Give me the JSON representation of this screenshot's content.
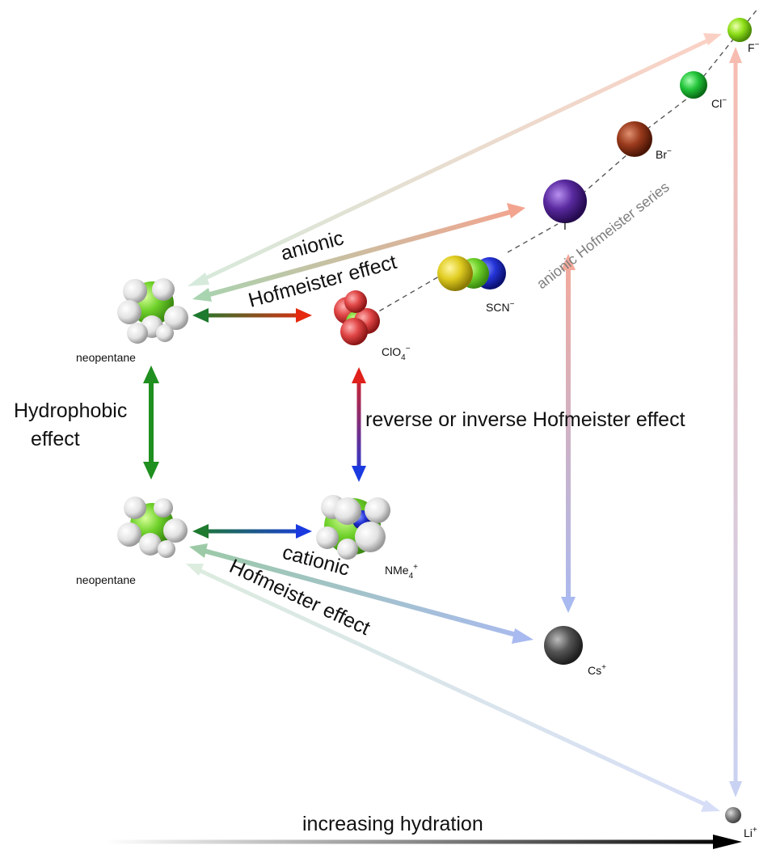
{
  "labels": {
    "neopentane_top": "neopentane",
    "neopentane_bottom": "neopentane",
    "clo4": "ClO",
    "clo4_sub": "4",
    "clo4_sup": "−",
    "scn": "SCN",
    "scn_sup": "−",
    "nme4": "NMe",
    "nme4_sub": "4",
    "nme4_sup": "+",
    "iodide": "I",
    "iodide_sup": "−",
    "bromide": "Br",
    "bromide_sup": "−",
    "chloride": "Cl",
    "chloride_sup": "−",
    "fluoride": "F",
    "fluoride_sup": "−",
    "cesium": "Cs",
    "cesium_sup": "+",
    "lithium": "Li",
    "lithium_sup": "+"
  },
  "effects": {
    "anionic_line1": "anionic",
    "anionic_line2": "Hofmeister effect",
    "cationic_line1": "cationic",
    "cationic_line2": "Hofmeister effect",
    "hydrophobic_line1": "Hydrophobic",
    "hydrophobic_line2": "effect",
    "reverse": "reverse or inverse Hofmeister effect",
    "anionic_series": "anionic Hofmeister series",
    "hydration": "increasing hydration"
  },
  "colors": {
    "carbon": "#6fd12a",
    "hydrogen": "#e6e6e6",
    "oxygen": "#e04545",
    "nitrogen": "#2433d6",
    "sulfur": "#e0cc20",
    "fluoride": "#8fe01a",
    "chloride": "#22c43a",
    "bromide": "#9a3a1c",
    "iodide": "#5a2aa0",
    "cesium": "#555555",
    "lithium": "#888888",
    "hydrophobic_arrow": "#1f8f1f"
  }
}
